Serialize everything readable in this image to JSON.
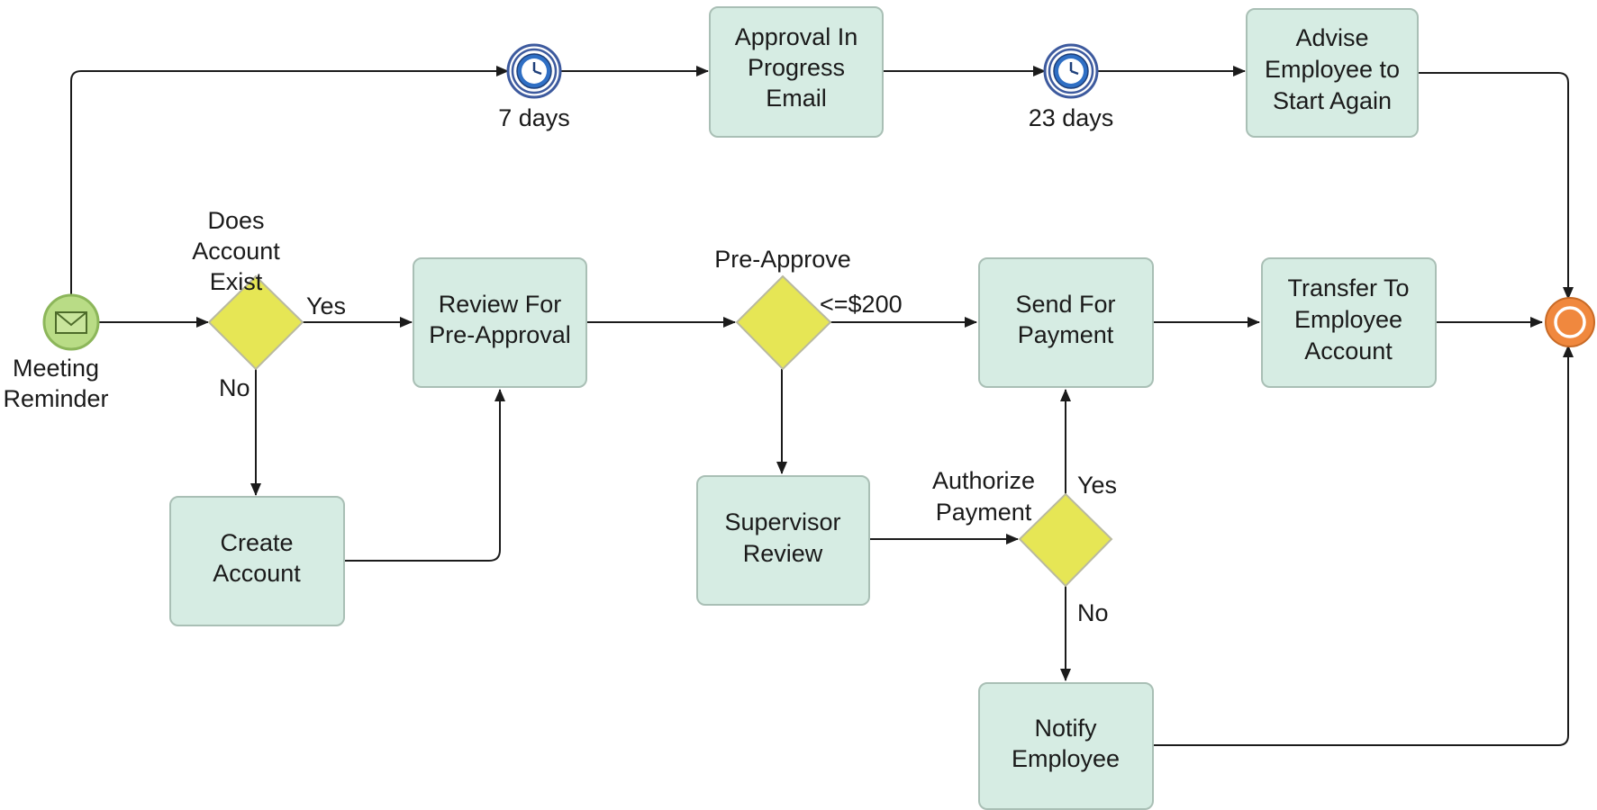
{
  "diagram": {
    "start_event": {
      "label_line1": "Meeting",
      "label_line2": "Reminder",
      "icon": "envelope-icon"
    },
    "end_event": {
      "icon": "end-event-icon"
    },
    "timers": {
      "seven_days": {
        "label": "7 days",
        "icon": "clock-icon"
      },
      "twenty_three_days": {
        "label": "23 days",
        "icon": "clock-icon"
      }
    },
    "tasks": {
      "approval_email": {
        "line1": "Approval In",
        "line2": "Progress",
        "line3": "Email"
      },
      "advise_employee": {
        "line1": "Advise",
        "line2": "Employee to",
        "line3": "Start Again"
      },
      "review_preapproval": {
        "line1": "Review For",
        "line2": "Pre-Approval"
      },
      "send_payment": {
        "line1": "Send For",
        "line2": "Payment"
      },
      "transfer_account": {
        "line1": "Transfer To",
        "line2": "Employee",
        "line3": "Account"
      },
      "create_account": {
        "line1": "Create",
        "line2": "Account"
      },
      "supervisor_review": {
        "line1": "Supervisor",
        "line2": "Review"
      },
      "notify_employee": {
        "line1": "Notify",
        "line2": "Employee"
      }
    },
    "gateways": {
      "account_exists": {
        "line1": "Does",
        "line2": "Account",
        "line3": "Exist"
      },
      "pre_approve": {
        "label": "Pre-Approve"
      },
      "authorize_payment": {
        "line1": "Authorize",
        "line2": "Payment"
      }
    },
    "flow_labels": {
      "account_yes": "Yes",
      "account_no": "No",
      "under_200": "<=$200",
      "authorize_yes": "Yes",
      "authorize_no": "No"
    }
  }
}
